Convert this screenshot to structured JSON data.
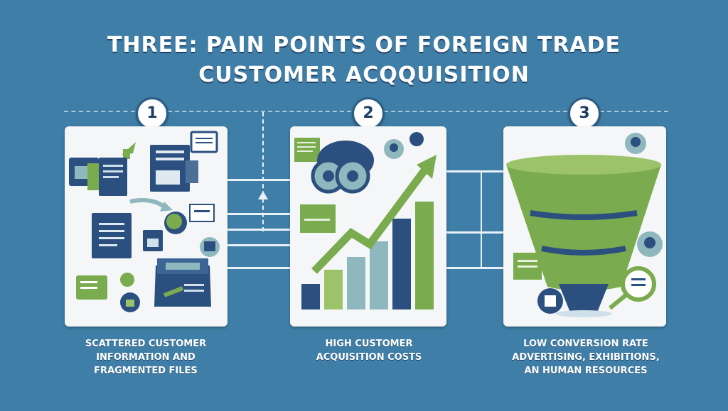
{
  "title": {
    "line1": "THREE: PAIN POINTS OF FOREIGN TRADE",
    "line2": "CUSTOMER ACQQUISITION"
  },
  "steps": [
    {
      "number": "1",
      "caption_lines": [
        "SCATTERED CUSTOMER",
        "INFORMATION AND",
        "FRAGMENTED FILES"
      ],
      "icons": [
        "document-icon",
        "folder-icon",
        "globe-icon",
        "database-box-icon",
        "user-icon",
        "arrow-icon"
      ]
    },
    {
      "number": "2",
      "caption_lines": [
        "HIGH CUSTOMER",
        "ACQUISITION COSTS"
      ],
      "icons": [
        "coin-stack-icon",
        "rising-arrow-icon",
        "bar-chart-icon",
        "avatar-icon",
        "note-icon"
      ]
    },
    {
      "number": "3",
      "caption_lines": [
        "LOW CONVERSION RATE",
        "ADVERTISING, EXHIBITIONS,",
        "AN HUMAN RESOURCES"
      ],
      "icons": [
        "funnel-icon",
        "avatar-icon",
        "note-icon",
        "magnifier-icon"
      ]
    }
  ],
  "colors": {
    "background": "#3f7ea6",
    "navy": "#2b4f7e",
    "green": "#7aab4e",
    "light_green": "#9cc36a",
    "teal": "#8fb8be",
    "panel": "#f4f6f7"
  }
}
